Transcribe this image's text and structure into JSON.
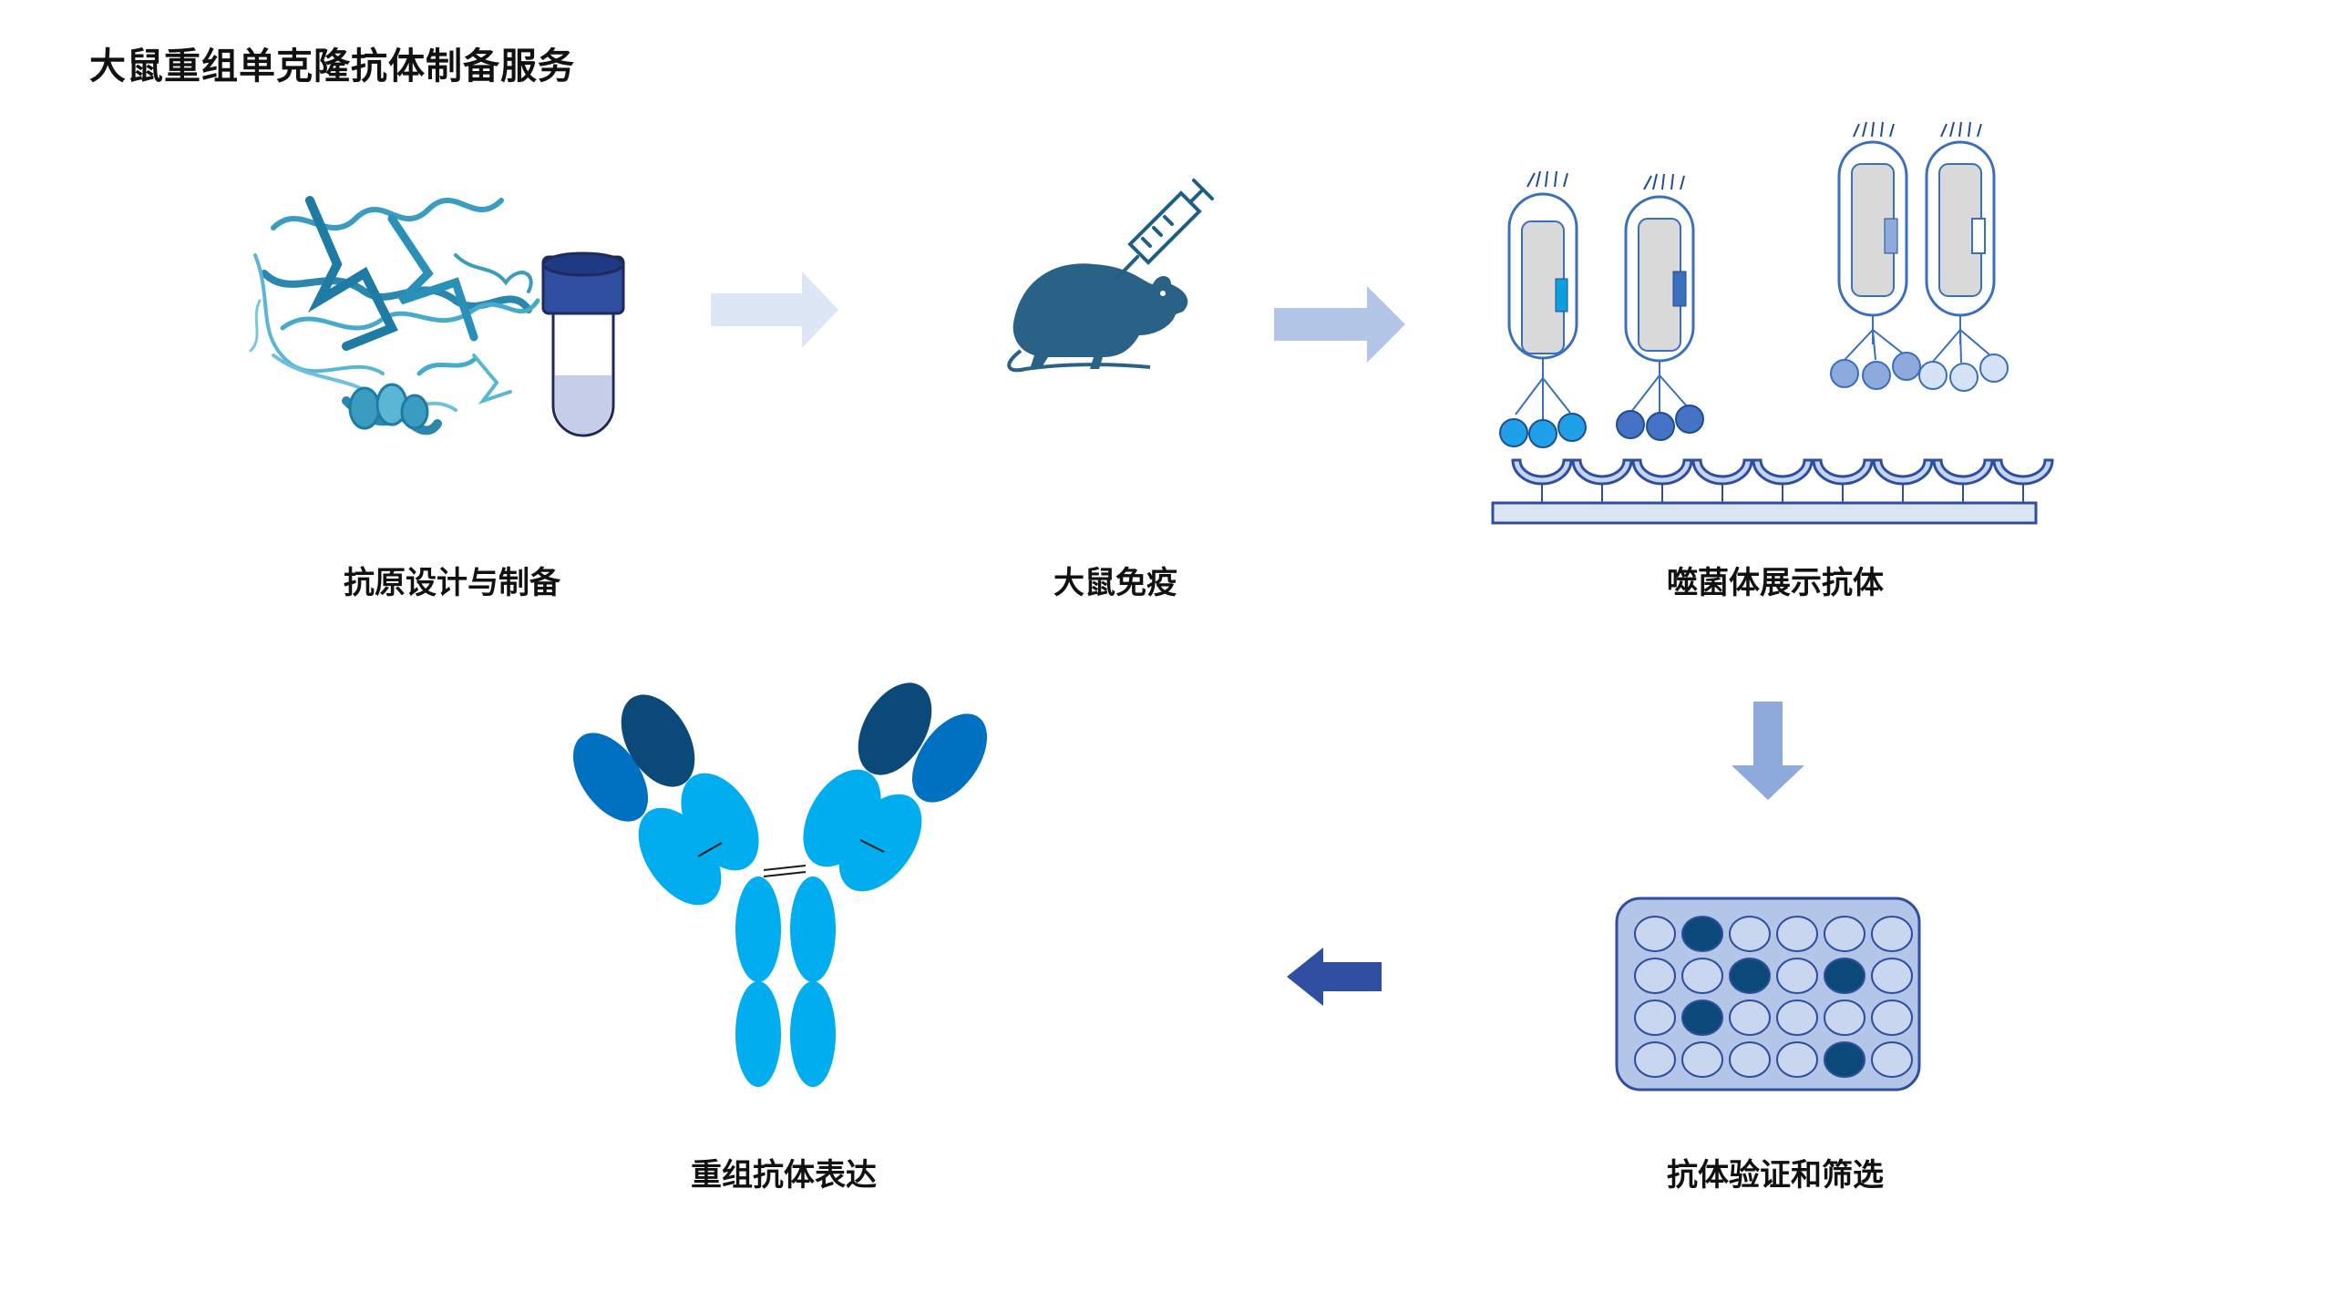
{
  "title": "大鼠重组单克隆抗体制备服务",
  "steps": [
    {
      "label": "抗原设计与制备"
    },
    {
      "label": "大鼠免疫"
    },
    {
      "label": "噬菌体展示抗体"
    },
    {
      "label": "抗体验证和筛选"
    },
    {
      "label": "重组抗体表达"
    }
  ],
  "icons": [
    "protein-structure-icon",
    "vial-icon",
    "rat-icon",
    "syringe-icon",
    "phage-icon",
    "plate-icon",
    "antibody-icon"
  ],
  "colors": {
    "arrow_light": "#dce6f5",
    "arrow_mid": "#b3c6e8",
    "arrow_down": "#8ea9dc",
    "arrow_dark": "#2f4ea0",
    "rat": "#2a6186",
    "antibody_light": "#00aeef",
    "antibody_mid": "#0070c0",
    "antibody_dark": "#0b4a78",
    "plate_bg": "#b4c6e7",
    "plate_well_dark": "#0b4a78"
  },
  "plate_wells": [
    [
      0,
      1,
      0,
      0,
      0,
      0
    ],
    [
      0,
      0,
      1,
      0,
      1,
      0
    ],
    [
      0,
      1,
      0,
      0,
      0,
      0
    ],
    [
      0,
      0,
      0,
      0,
      1,
      0
    ]
  ]
}
